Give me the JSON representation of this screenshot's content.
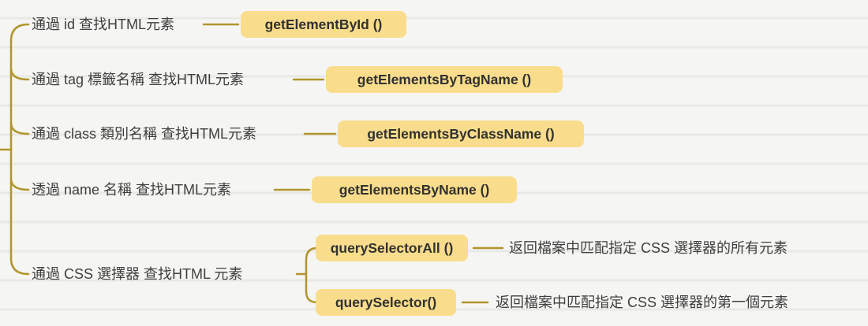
{
  "theme": {
    "background": "#f5f5f3",
    "line": "#b2952c",
    "node_fill": "#f9dd8c",
    "label_color": "#3f3f3f",
    "code_color": "#313131"
  },
  "map": {
    "branches": [
      {
        "label": "通過 id 查找HTML元素",
        "method": "getElementById ()"
      },
      {
        "label": "通過 tag 標籤名稱 查找HTML元素",
        "method": "getElementsByTagName ()"
      },
      {
        "label": "通過 class 類別名稱 查找HTML元素",
        "method": "getElementsByClassName ()"
      },
      {
        "label": "透過 name 名稱 查找HTML元素",
        "method": "getElementsByName ()"
      },
      {
        "label": "通過 CSS 選擇器 查找HTML 元素",
        "children": [
          {
            "method": "querySelectorAll ()",
            "description": "返回檔案中匹配指定 CSS 選擇器的所有元素"
          },
          {
            "method": "querySelector()",
            "description": "返回檔案中匹配指定 CSS 選擇器的第一個元素"
          }
        ]
      }
    ]
  }
}
